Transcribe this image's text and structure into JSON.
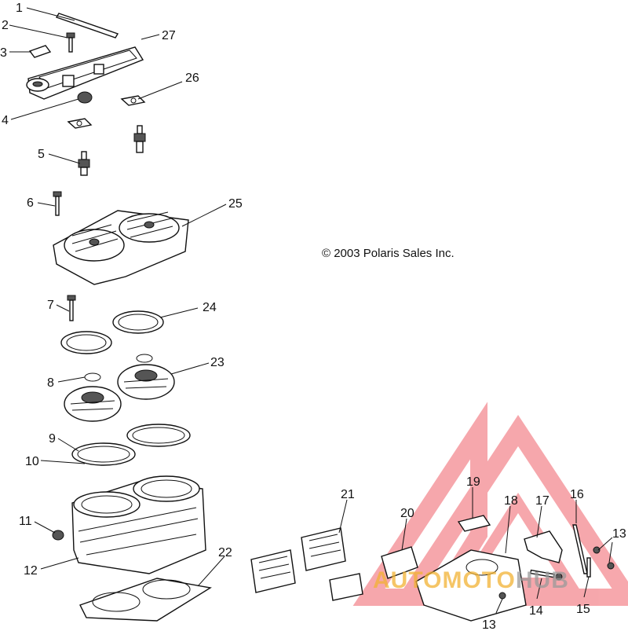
{
  "copyright": "© 2003 Polaris Sales Inc.",
  "watermark": {
    "part1": "AUTOMOTO",
    "part2": "HUB",
    "color_main": "#f2b233",
    "color_secondary": "#9a9a9a",
    "triangle_color": "#f0606a"
  },
  "callouts": [
    "1",
    "2",
    "3",
    "27",
    "26",
    "4",
    "5",
    "6",
    "25",
    "7",
    "24",
    "8",
    "23",
    "9",
    "10",
    "11",
    "12",
    "22",
    "21",
    "20",
    "19",
    "18",
    "17",
    "16",
    "13",
    "13",
    "14",
    "15"
  ]
}
